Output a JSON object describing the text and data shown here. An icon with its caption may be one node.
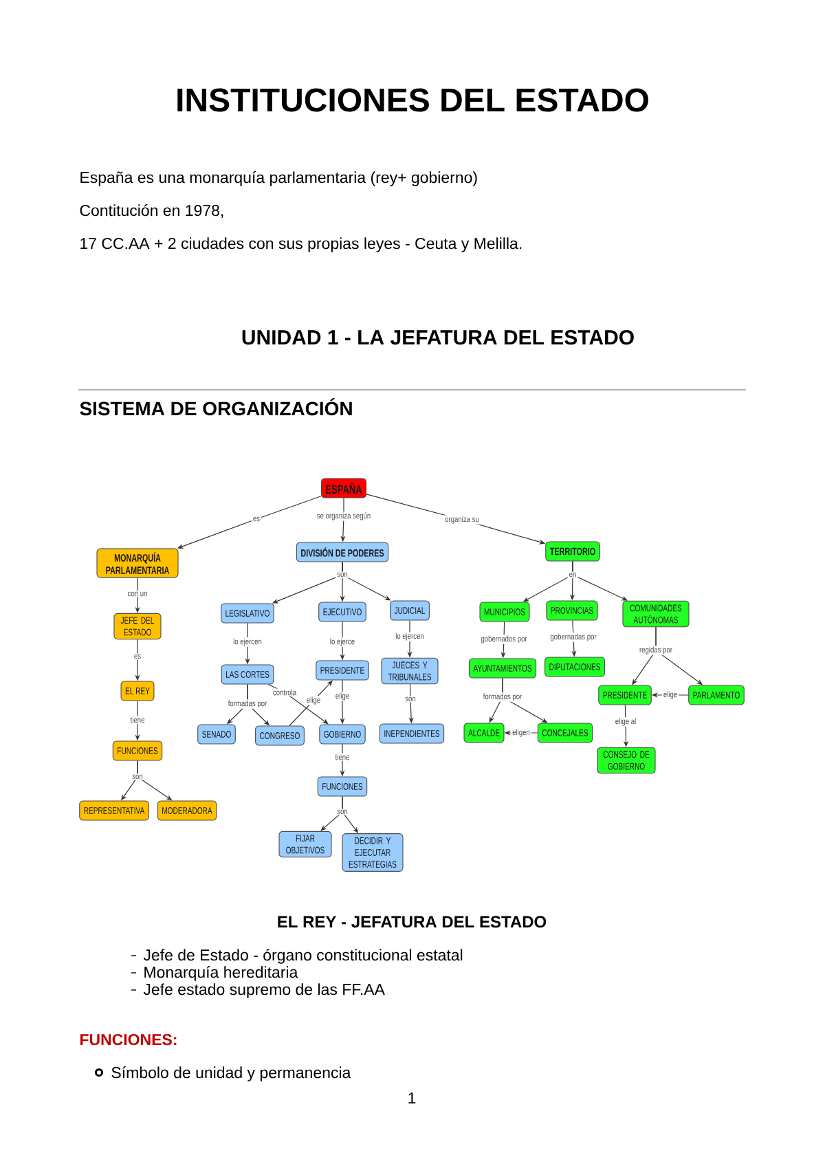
{
  "diagram": {
    "title": "INSTITUCIONES DEL ESTADO",
    "nodes": [
      {
        "text": [
          "ESPAÑA"
        ]
      },
      {
        "text": [
          "MONARQUÍA PARLAMENTARIA"
        ]
      },
      {
        "text": [
          "DIVISIÓN DE PODERES"
        ]
      },
      {
        "text": [
          "TERRITORIO"
        ]
      },
      {
        "text": [
          "JEFE DEL ESTADO"
        ]
      },
      {
        "text": [
          "EL REY"
        ]
      },
      {
        "text": [
          "FUNCIONES"
        ]
      },
      {
        "text": [
          "REPRESENTATIVA"
        ]
      },
      {
        "text": [
          "MODERADORA"
        ]
      },
      {
        "text": [
          "LEGISLATIVO"
        ]
      },
      {
        "text": [
          "EJECUTIVO"
        ]
      },
      {
        "text": [
          "JUDICIAL"
        ]
      },
      {
        "text": [
          "LAS CORTES"
        ]
      },
      {
        "text": [
          "PRESIDENTE"
        ]
      },
      {
        "text": [
          "JUECES Y TRIBUNALES"
        ]
      },
      {
        "text": [
          "SENADO"
        ]
      },
      {
        "text": [
          "CONGRESO"
        ]
      },
      {
        "text": [
          "GOBIERNO"
        ]
      },
      {
        "text": [
          "INEPENDIENTES"
        ]
      },
      {
        "text": [
          "FUNCIONES"
        ]
      },
      {
        "text": [
          "FIJAR OBJETIVOS"
        ]
      },
      {
        "text": [
          "DECIDIR Y EJECUTAR ESTRATEGIAS"
        ]
      },
      {
        "text": [
          "MUNICIPIOS"
        ]
      },
      {
        "text": [
          "PROVINCIAS"
        ]
      },
      {
        "text": [
          "COMUNIDADES AUTÓNOMAS"
        ]
      },
      {
        "text": [
          "AYUNTAMIENTOS"
        ]
      },
      {
        "text": [
          "DIPUTACIONES"
        ]
      },
      {
        "text": [
          "PRESIDENTE"
        ]
      },
      {
        "text": [
          "PARLAMENTO"
        ]
      },
      {
        "text": [
          "ALCALDE"
        ]
      },
      {
        "text": [
          "CONCEJALES"
        ]
      },
      {
        "text": [
          "CONSEJO DE GOBIERNO"
        ]
      }
    ],
    "edges": [
      {
        "from": 0,
        "to": 1,
        "arrow": "to",
        "label": "es"
      },
      {
        "from": 0,
        "to": 2,
        "arrow": "to",
        "label": "se organiza según"
      },
      {
        "from": 0,
        "to": 3,
        "arrow": "to",
        "label": "organiza su"
      },
      {
        "from": 1,
        "to": 4,
        "arrow": "to",
        "label": "con un"
      },
      {
        "from": 4,
        "to": 5,
        "arrow": "to",
        "label": "es"
      },
      {
        "from": 5,
        "to": 6,
        "arrow": "to",
        "label": "tiene"
      },
      {
        "from": 6,
        "to": 7,
        "arrow": "to",
        "label": "son"
      },
      {
        "from": 6,
        "to": 8,
        "arrow": "to"
      },
      {
        "from": 2,
        "to": 9,
        "arrow": "to",
        "label": "son"
      },
      {
        "from": 2,
        "to": 10,
        "arrow": "to"
      },
      {
        "from": 2,
        "to": 11,
        "arrow": "to"
      },
      {
        "from": 9,
        "to": 12,
        "arrow": "to",
        "label": "lo ejercen"
      },
      {
        "from": 10,
        "to": 13,
        "arrow": "to",
        "label": "lo ejerce"
      },
      {
        "from": 11,
        "to": 14,
        "arrow": "to",
        "label": "lo ejercen"
      },
      {
        "from": 12,
        "to": 15,
        "arrow": "to",
        "label": "formadas por"
      },
      {
        "from": 12,
        "to": 16,
        "arrow": "to"
      },
      {
        "from": 12,
        "to": 17,
        "arrow": "to",
        "label": "controla"
      },
      {
        "from": 16,
        "to": 13,
        "arrow": "to",
        "label": "elige"
      },
      {
        "from": 13,
        "to": 17,
        "arrow": "to",
        "label": "elige"
      },
      {
        "from": 14,
        "to": 18,
        "arrow": "to",
        "label": "son"
      },
      {
        "from": 17,
        "to": 19,
        "arrow": "to",
        "label": "tiene"
      },
      {
        "from": 19,
        "to": 20,
        "arrow": "to",
        "label": "son"
      },
      {
        "from": 19,
        "to": 21,
        "arrow": "to"
      },
      {
        "from": 3,
        "to": 22,
        "arrow": "to",
        "label": "en"
      },
      {
        "from": 3,
        "to": 23,
        "arrow": "to"
      },
      {
        "from": 3,
        "to": 24,
        "arrow": "to"
      },
      {
        "from": 22,
        "to": 25,
        "arrow": "to",
        "label": "gobernados por"
      },
      {
        "from": 23,
        "to": 26,
        "arrow": "to",
        "label": "gobernadas por"
      },
      {
        "from": 25,
        "to": 29,
        "arrow": "to",
        "label": "formados por"
      },
      {
        "from": 25,
        "to": 30,
        "arrow": "to"
      },
      {
        "from": 30,
        "to": 29,
        "arrow": "to",
        "label": "eligen"
      },
      {
        "from": 24,
        "to": 27,
        "arrow": "to",
        "label": "regidas por"
      },
      {
        "from": 24,
        "to": 28,
        "arrow": "to"
      },
      {
        "from": 28,
        "to": 27,
        "arrow": "to",
        "label": "elige"
      },
      {
        "from": 27,
        "to": 31,
        "arrow": "to",
        "label": "elige al"
      }
    ],
    "labels": [
      "España es una monarquía parlamentaria (rey+ gobierno)",
      "Contitución en 1978,",
      "17 CC.AA + 2 ciudades con sus propias leyes - Ceuta y Melilla.",
      "UNIDAD 1 - LA JEFATURA DEL ESTADO",
      "SISTEMA DE ORGANIZACIÓN",
      "EL REY - JEFATURA DEL ESTADO",
      "Jefe de Estado - órgano constitucional estatal",
      "Monarquía hereditaria",
      "Jefe estado supremo de las FF.AA",
      "FUNCIONES:",
      "Símbolo de unidad y permanencia",
      "1"
    ]
  }
}
